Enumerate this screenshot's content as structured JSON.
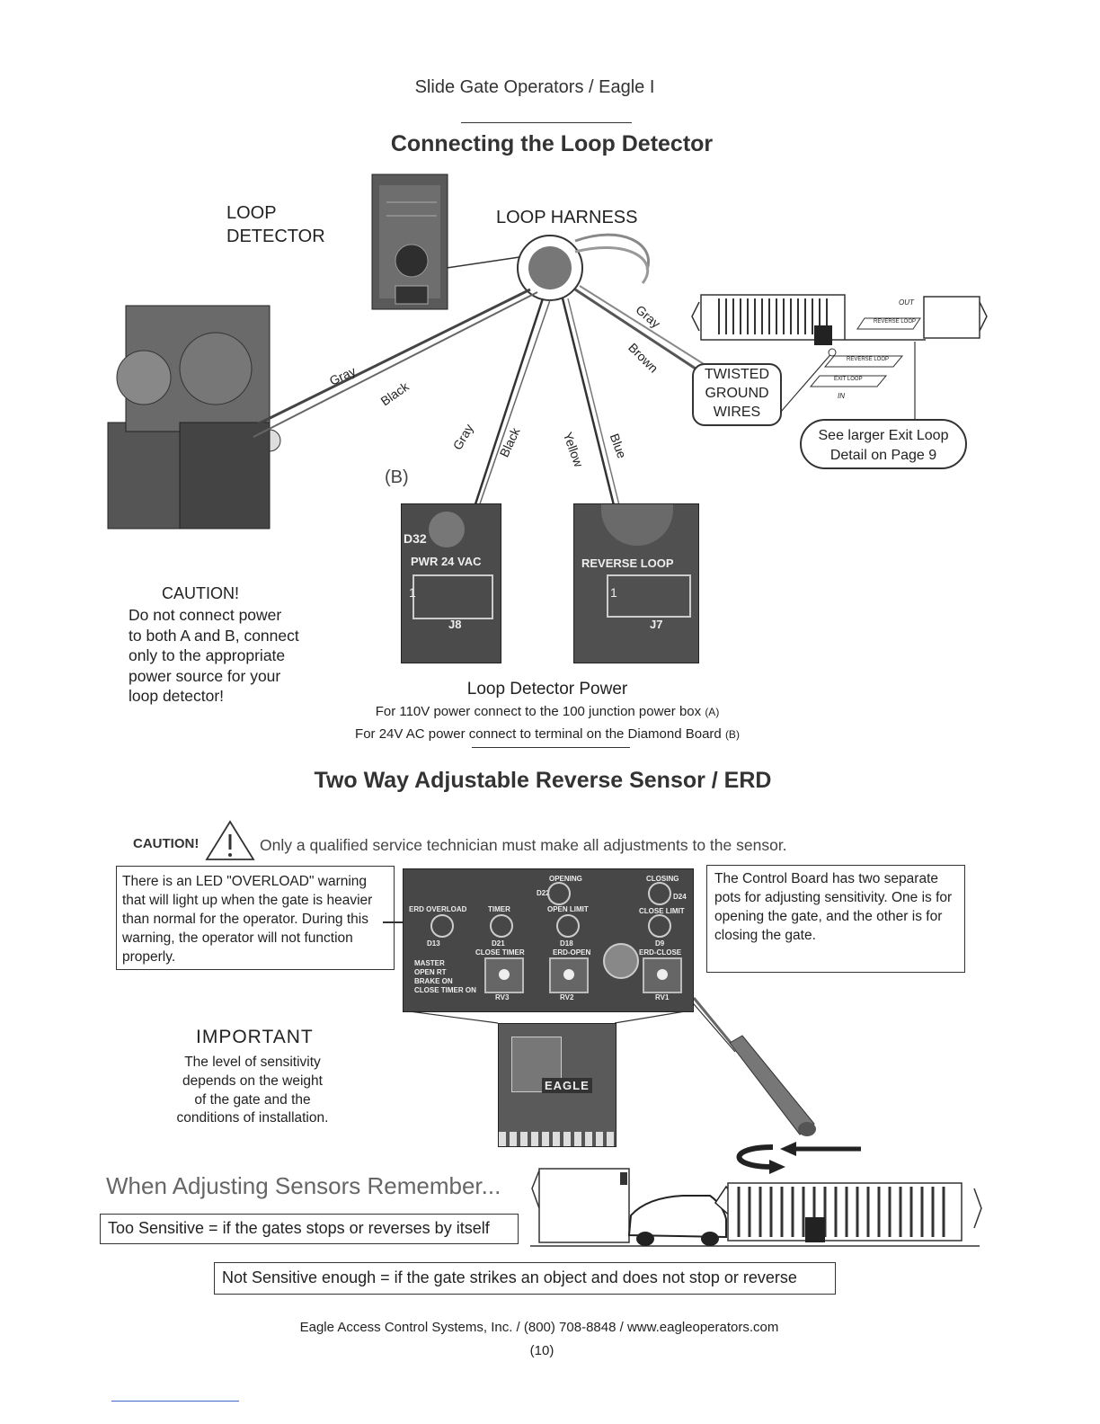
{
  "header": {
    "section_title": "Slide Gate Operators / Eagle I"
  },
  "loop_section": {
    "title": "Connecting the Loop Detector",
    "loop_detector_label_line1": "LOOP",
    "loop_detector_label_line2": "DETECTOR",
    "loop_harness_label": "LOOP HARNESS",
    "twisted_line1": "TWISTED",
    "twisted_line2": "GROUND",
    "twisted_line3": "WIRES",
    "see_larger_line1": "See larger Exit Loop",
    "see_larger_line2": "Detail on Page 9",
    "label_b": "(B)",
    "wire_labels": {
      "gray_motor": "Gray",
      "black_motor": "Black",
      "gray_b": "Gray",
      "black_b": "Black",
      "yellow": "Yellow",
      "blue": "Blue",
      "gray_right": "Gray",
      "brown": "Brown"
    },
    "gate_small_labels": {
      "out": "OUT",
      "reverse_loop_top": "REVERSE LOOP",
      "reverse_loop_mid": "REVERSE LOOP",
      "exit_loop": "EXIT LOOP",
      "in": "IN"
    },
    "board_b_labels": {
      "d32": "D32",
      "pwr": "PWR 24 VAC",
      "j8": "J8",
      "one": "1"
    },
    "board_rev_labels": {
      "reverse_loop": "REVERSE LOOP",
      "j7": "J7",
      "one": "1"
    },
    "caution_title": "CAUTION!",
    "caution_lines": [
      "Do not connect power",
      "to both A and B, connect",
      "only to the appropriate",
      "power source for your",
      "loop detector!"
    ],
    "power_title": "Loop Detector Power",
    "power_line1": "For 110V power connect to the 100 junction power box",
    "power_line1_suffix": "(A)",
    "power_line2": "For 24V AC power connect to terminal on the Diamond Board",
    "power_line2_suffix": "(B)"
  },
  "erd_section": {
    "title": "Two Way Adjustable Reverse Sensor / ERD",
    "caution_label": "CAUTION!",
    "caution_text": "Only a qualified service technician must make all adjustments to the sensor.",
    "overload_text": "There is an LED \"OVERLOAD\" warning that will light up when the gate is heavier than normal for the operator. During this warning, the operator will not function properly.",
    "control_board_text": "The Control Board has two separate pots for adjusting sensitivity. One is for opening the gate, and the other is for closing the gate.",
    "board_labels": {
      "opening": "OPENING",
      "d22": "D22",
      "closing": "CLOSING",
      "d24": "D24",
      "erd_overload": "ERD OVERLOAD",
      "timer": "TIMER",
      "open_limit": "OPEN LIMIT",
      "close_limit": "CLOSE LIMIT",
      "d13": "D13",
      "d21": "D21",
      "d18": "D18",
      "d9": "D9",
      "close_timer": "CLOSE TIMER",
      "erd_open": "ERD-OPEN",
      "erd_close": "ERD-CLOSE",
      "master": "MASTER",
      "open_rt": "OPEN RT",
      "brake_on": "BRAKE ON",
      "close_timer_on": "CLOSE TIMER ON",
      "rv3": "RV3",
      "rv2": "RV2",
      "rv1": "RV1"
    },
    "small_board_logo": "EAGLE",
    "important_title": "IMPORTANT",
    "important_lines": [
      "The level of sensitivity",
      "depends on the weight",
      "of the gate and the",
      "conditions of installation."
    ],
    "remember_title": "When Adjusting Sensors Remember...",
    "too_sensitive": "Too Sensitive = if the gates stops or reverses by itself",
    "not_sensitive": "Not Sensitive enough = if the gate strikes an object and does not stop or reverse"
  },
  "footer": {
    "company_line": "Eagle Access Control Systems, Inc. / (800) 708-8848 / www.eagleoperators.com",
    "page_number": "(10)"
  }
}
